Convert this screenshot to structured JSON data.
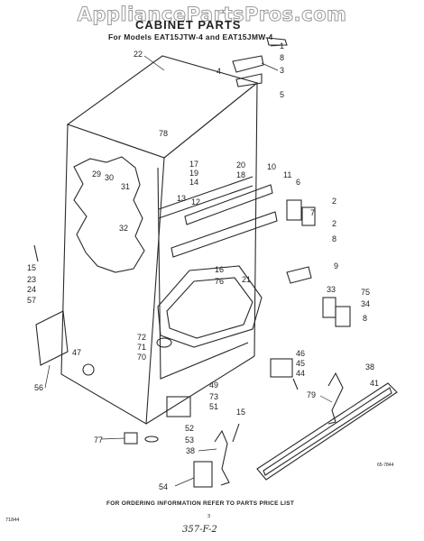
{
  "watermark": "AppliancePartsPros.com",
  "title": "CABINET PARTS",
  "models": "For Models EAT15JTW-4 and EAT15JMW-4",
  "footer": "FOR ORDERING INFORMATION REFER TO PARTS PRICE LIST",
  "corner_code": "71844",
  "page_number": "3",
  "handwritten": "357-F-2",
  "diagram_ref": "65-7844",
  "callouts": [
    "1",
    "8",
    "3",
    "4",
    "5",
    "22",
    "78",
    "17",
    "20",
    "18",
    "19",
    "14",
    "13",
    "12",
    "10",
    "11",
    "6",
    "2",
    "7",
    "2",
    "8",
    "29",
    "30",
    "31",
    "32",
    "15",
    "23",
    "24",
    "57",
    "9",
    "16",
    "76",
    "21",
    "33",
    "75",
    "34",
    "8",
    "72",
    "71",
    "70",
    "47",
    "56",
    "46",
    "45",
    "44",
    "49",
    "73",
    "51",
    "52",
    "53",
    "38",
    "41",
    "79",
    "15",
    "77",
    "38",
    "54"
  ]
}
